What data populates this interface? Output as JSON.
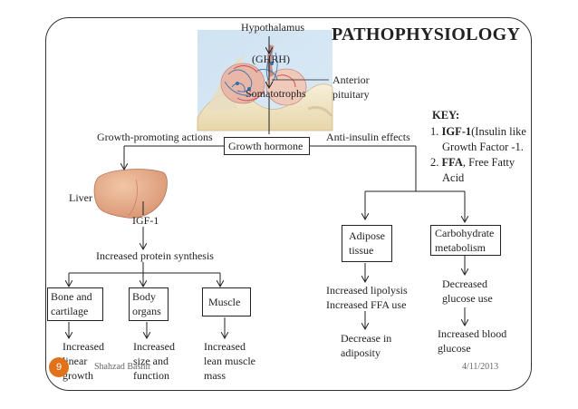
{
  "slide": {
    "title": "PATHOPHYSIOLOGY",
    "page_number": "9",
    "author": "Shahzad Bashir",
    "date": "4/11/2013"
  },
  "pituitary": {
    "hypothalamus": "Hypothalamus",
    "ghrh": "(GHRH)",
    "somatotrophs": "Somatotrophs",
    "anterior_line1": "Anterior",
    "anterior_line2": "pituitary"
  },
  "key": {
    "heading": "KEY:",
    "item1_num": "1.",
    "item1_bold": "IGF-1",
    "item1_rest": "(Insulin like",
    "item1_line2": "Growth Factor -1.",
    "item2_num": "2.",
    "item2_bold": "FFA",
    "item2_rest": ", Free Fatty",
    "item2_line2": "Acid"
  },
  "flow": {
    "growth_promoting": "Growth-promoting actions",
    "growth_hormone": "Growth hormone",
    "anti_insulin": "Anti-insulin effects",
    "liver": "Liver",
    "igf1": "IGF-1",
    "protein_synthesis": "Increased protein synthesis",
    "bone_line1": "Bone and",
    "bone_line2": "cartilage",
    "body_line1": "Body",
    "body_line2": "organs",
    "muscle": "Muscle",
    "bone_out_line1": "Increased",
    "bone_out_line2": "linear",
    "bone_out_line3": "growth",
    "body_out_line1": "Increased",
    "body_out_line2": "size and",
    "body_out_line3": "function",
    "muscle_out_line1": "Increased",
    "muscle_out_line2": "lean muscle",
    "muscle_out_line3": "mass",
    "adipose_line1": "Adipose",
    "adipose_line2": "tissue",
    "carb_line1": "Carbohydrate",
    "carb_line2": "metabolism",
    "lipolysis_line1": "Increased lipolysis",
    "lipolysis_line2": "Increased FFA use",
    "adiposity_line1": "Decrease in",
    "adiposity_line2": "adiposity",
    "glucose_use_line1": "Decreased",
    "glucose_use_line2": "glucose use",
    "blood_glucose_line1": "Increased blood",
    "blood_glucose_line2": "glucose"
  }
}
